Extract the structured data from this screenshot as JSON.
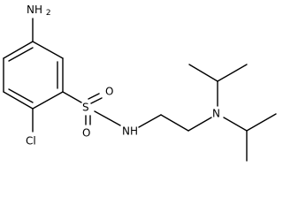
{
  "molecule": {
    "atoms": {
      "nh2": "NH2",
      "cl": "Cl",
      "s": "S",
      "o_top": "O",
      "o_bottom": "O",
      "nh": "NH",
      "n": "N"
    },
    "colors": {
      "bond": "#000000",
      "label": "#000000",
      "background": "#ffffff"
    }
  }
}
